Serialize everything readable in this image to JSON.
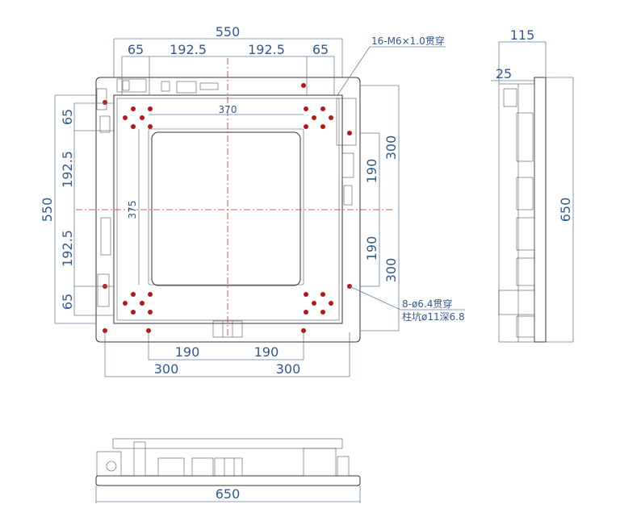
{
  "front_view": {
    "top_dims": {
      "overall_550": "550",
      "edge_65_left": "65",
      "pitch_192_5_left": "192.5",
      "pitch_192_5_right": "192.5",
      "edge_65_right": "65"
    },
    "left_dims": {
      "overall_550": "550",
      "edge_65_top": "65",
      "pitch_192_5_top": "192.5",
      "pitch_192_5_bottom": "192.5",
      "edge_65_bottom": "65"
    },
    "right_dims": {
      "span_300_top": "300",
      "span_190_top": "190",
      "span_190_bottom": "190",
      "span_300_bottom": "300"
    },
    "bottom_dims": {
      "span_190_left": "190",
      "span_190_right": "190",
      "span_300_left": "300",
      "span_300_right": "300"
    },
    "inner": {
      "width_370": "370",
      "height_375": "375"
    },
    "notes": {
      "tapped_holes": "16-M6×1.0贯穿",
      "through_holes": "8-ø6.4贯穿",
      "counterbore": "柱坑ø11深6.8"
    }
  },
  "side_view": {
    "depth_115": "115",
    "offset_25": "25",
    "height_650": "650"
  },
  "bottom_view": {
    "width_650": "650"
  },
  "colors": {
    "dimension": "#2e5a93",
    "centerline": "#d22222",
    "hole": "#b41818",
    "outline": "#333333"
  }
}
